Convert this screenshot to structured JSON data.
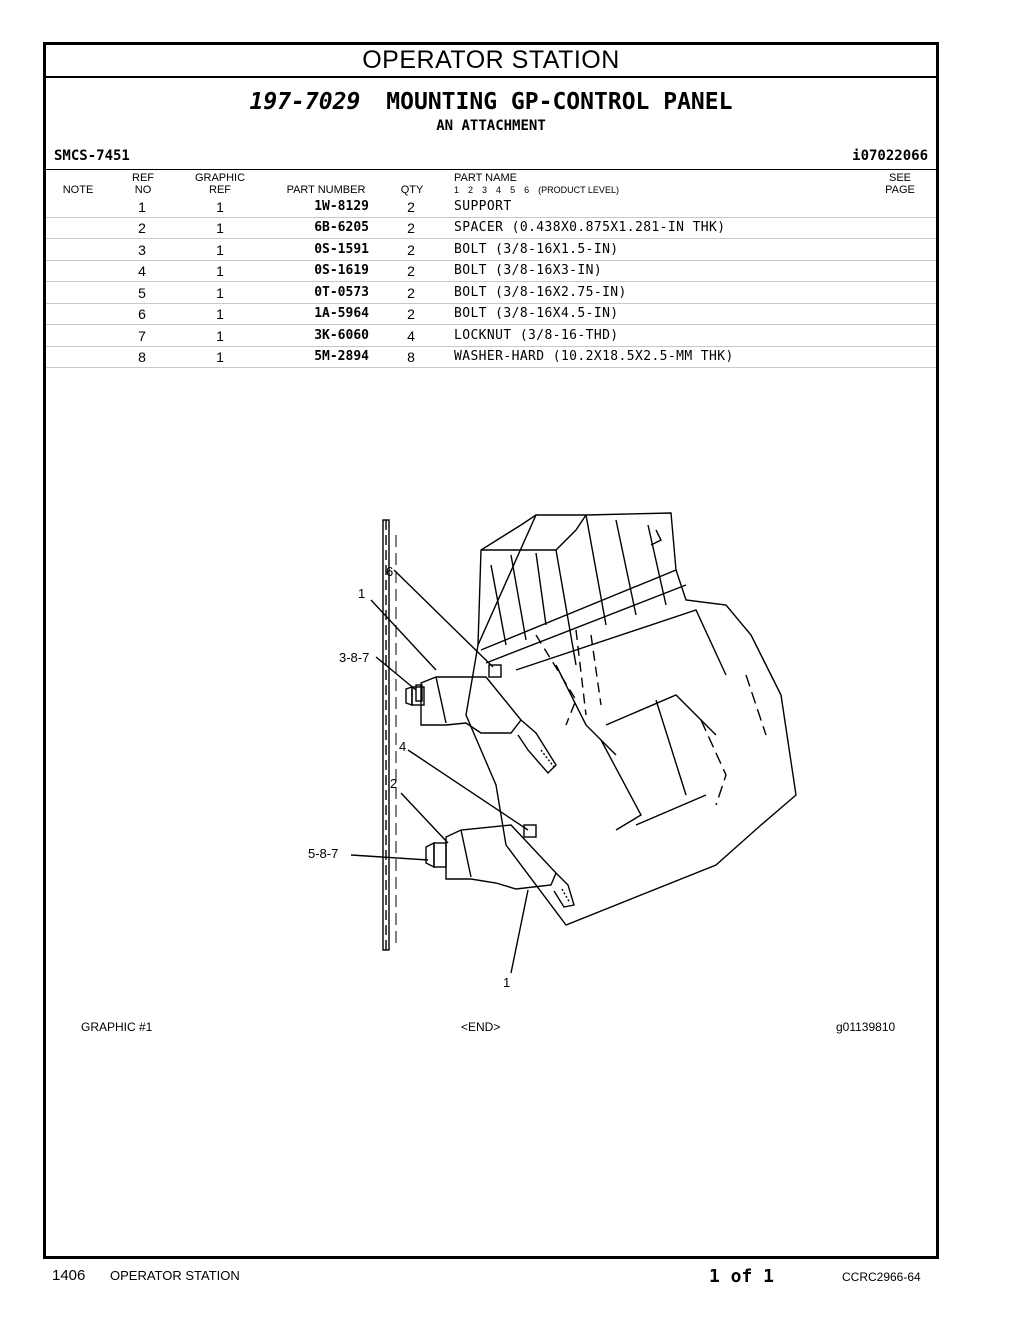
{
  "section_title": "OPERATOR STATION",
  "group": {
    "part_number": "197-7029",
    "name": "MOUNTING GP-CONTROL PANEL",
    "subtitle": "AN ATTACHMENT"
  },
  "smcs": "SMCS-7451",
  "doc_id": "i07022066",
  "columns": {
    "note": "NOTE",
    "ref_top": "REF",
    "ref_bottom": "NO",
    "gref_top": "GRAPHIC",
    "gref_bottom": "REF",
    "part_number": "PART NUMBER",
    "qty": "QTY",
    "part_name": "PART NAME",
    "levels": [
      "1",
      "2",
      "3",
      "4",
      "5",
      "6",
      "(PRODUCT LEVEL)"
    ],
    "see_top": "SEE",
    "see_bottom": "PAGE"
  },
  "parts": [
    {
      "ref": "1",
      "gref": "1",
      "pn": "1W-8129",
      "qty": "2",
      "name": "SUPPORT"
    },
    {
      "ref": "2",
      "gref": "1",
      "pn": "6B-6205",
      "qty": "2",
      "name": "SPACER (0.438X0.875X1.281-IN THK)"
    },
    {
      "ref": "3",
      "gref": "1",
      "pn": "0S-1591",
      "qty": "2",
      "name": "BOLT (3/8-16X1.5-IN)"
    },
    {
      "ref": "4",
      "gref": "1",
      "pn": "0S-1619",
      "qty": "2",
      "name": "BOLT (3/8-16X3-IN)"
    },
    {
      "ref": "5",
      "gref": "1",
      "pn": "0T-0573",
      "qty": "2",
      "name": "BOLT (3/8-16X2.75-IN)"
    },
    {
      "ref": "6",
      "gref": "1",
      "pn": "1A-5964",
      "qty": "2",
      "name": "BOLT (3/8-16X4.5-IN)"
    },
    {
      "ref": "7",
      "gref": "1",
      "pn": "3K-6060",
      "qty": "4",
      "name": "LOCKNUT (3/8-16-THD)"
    },
    {
      "ref": "8",
      "gref": "1",
      "pn": "5M-2894",
      "qty": "8",
      "name": "WASHER-HARD (10.2X18.5X2.5-MM THK)"
    }
  ],
  "graphic": {
    "callouts": {
      "c6": "6",
      "c1a": "1",
      "c387": "3-8-7",
      "c4": "4",
      "c2": "2",
      "c587": "5-8-7",
      "c1b": "1"
    },
    "label": "GRAPHIC #1",
    "end": "<END>",
    "id": "g01139810"
  },
  "footer": {
    "page_num": "1406",
    "section": "OPERATOR STATION",
    "page_of": "1 of 1",
    "code": "CCRC2966-64"
  }
}
